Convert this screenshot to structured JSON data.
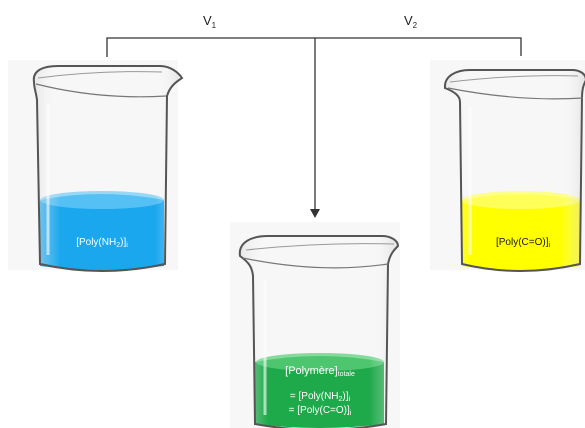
{
  "volumes": {
    "v1": "V",
    "v1_sub": "1",
    "v2": "V",
    "v2_sub": "2"
  },
  "beakers": {
    "left": {
      "label_pre": "[Poly(NH",
      "label_sub": "2",
      "label_post": ")]",
      "label_tail": "i",
      "liquid_color": "#1aa7ee"
    },
    "right": {
      "label_main": "[Poly(C=O)]",
      "label_tail": "i",
      "liquid_color": "#ffff00"
    },
    "mixed": {
      "title_main": "[Polymère]",
      "title_sub": "totale",
      "line2_pre": "= [Poly(NH",
      "line2_sub": "2",
      "line2_post": ")]",
      "line2_tail": "i",
      "line3_main": "= [Poly(C=O)]",
      "line3_tail": "i",
      "liquid_color": "#1ea94a"
    }
  },
  "colors": {
    "line": "#333333",
    "glass": "#555555"
  }
}
